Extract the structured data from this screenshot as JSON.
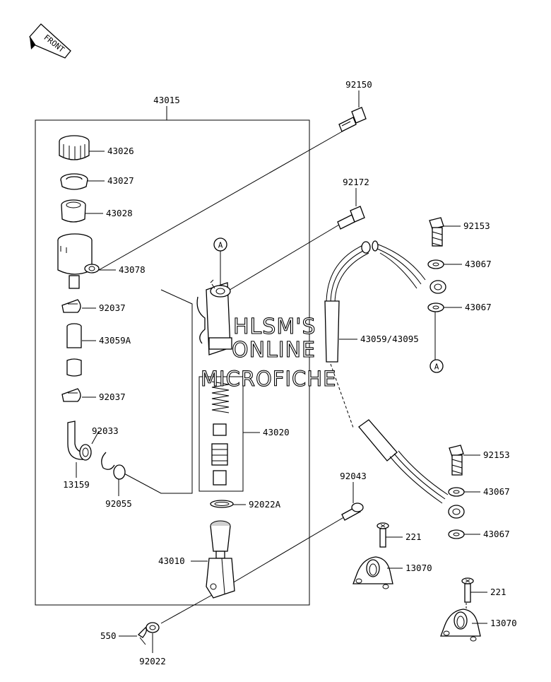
{
  "front_arrow": {
    "text": "FRONT"
  },
  "watermark": {
    "lines": [
      "HLSM'S",
      "ONLINE",
      "MICROFICHE"
    ]
  },
  "assembly_label": "43015",
  "ref_markers": [
    "A",
    "A"
  ],
  "part_labels": [
    "92150",
    "92172",
    "43026",
    "43027",
    "43028",
    "43078",
    "92037",
    "43059A",
    "92037",
    "92033",
    "13159",
    "92055",
    "43020",
    "92022A",
    "43010",
    "92043",
    "550",
    "92022",
    "92153",
    "43067",
    "43067",
    "43059/43095",
    "92153",
    "43067",
    "43067",
    "221",
    "13070",
    "221",
    "13070"
  ],
  "colors": {
    "line": "#000000",
    "background": "#ffffff",
    "shade": "#cfcfcf"
  }
}
